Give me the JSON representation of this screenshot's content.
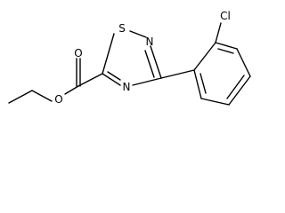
{
  "molecule": {
    "atoms": {
      "sulfur": "S",
      "nitrogen_2": "N",
      "nitrogen_4": "N",
      "oxygen_carbonyl": "O",
      "oxygen_ester": "O",
      "chlorine": "Cl"
    }
  }
}
